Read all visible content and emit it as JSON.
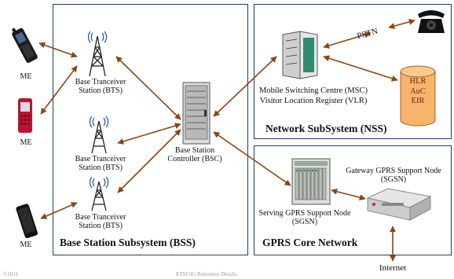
{
  "phones": {
    "label": "ME"
  },
  "bts": {
    "line1": "Base Tranceiver",
    "line2": "Station (BTS)"
  },
  "bsc": {
    "line1": "Base Station",
    "line2": "Controller (BSC)"
  },
  "bss": {
    "title": "Base Station Subsystem (BSS)"
  },
  "nss": {
    "title": "Network SubSystem (NSS)",
    "msc_line1": "Mobile Switching Centre (MSC)",
    "msc_line2": "Visitor Location Register (VLR)",
    "pstn": "PSTN",
    "db_lines": [
      "HLR",
      "AuC",
      "EIR"
    ]
  },
  "gprs": {
    "title": "GPRS Core Network",
    "ggsn_line1": "Gateway GPRS Support Node",
    "ggsn_line2": "(SGSN)",
    "sgsn_line1": "Serving GPRS Support Node",
    "sgsn_line2": "(SGSN)",
    "internet": "Internet"
  },
  "footer": {
    "left": "©2011",
    "center": "ETSI/3G Reference Details"
  },
  "colors": {
    "border": "#1f3f66",
    "arrow": "#8b4513",
    "db_fill": "#f6b56a",
    "db_text": "#7a1a1a"
  }
}
